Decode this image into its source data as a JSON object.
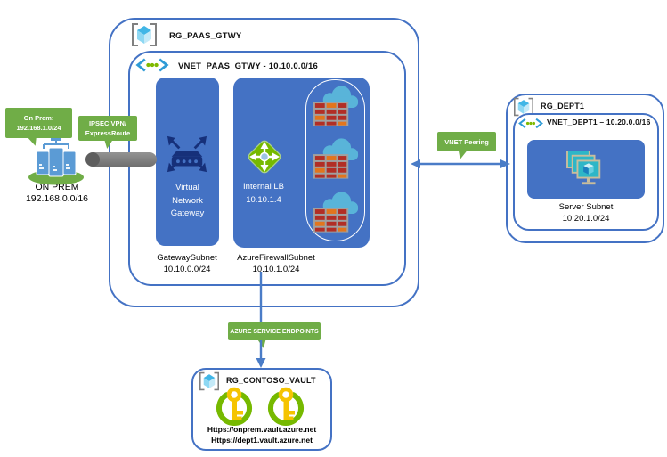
{
  "diagram": {
    "on_prem": {
      "callout": "On Prem:\n192.168.1.0/24",
      "label": "ON PREM\n192.168.0.0/16"
    },
    "connections": {
      "ipsec": "IPSEC VPN/\nExpressRoute",
      "vnet_peering": "VNET Peering",
      "service_endpoints": "AZURE SERVICE ENDPOINTS"
    },
    "rg_paas": {
      "title": "RG_PAAS_GTWY",
      "vnet": "VNET_PAAS_GTWY - 10.10.0.0/16",
      "gateway": {
        "node": "Virtual\nNetwork\nGateway",
        "caption": "GatewaySubnet\n10.10.0.0/24"
      },
      "firewall": {
        "lb": "Internal LB\n10.10.1.4",
        "caption": "AzureFirewallSubnet\n10.10.1.0/24"
      }
    },
    "rg_dept1": {
      "title": "RG_DEPT1",
      "vnet": "VNET_DEPT1 – 10.20.0.0/16",
      "caption": "Server Subnet\n10.20.1.0/24"
    },
    "rg_vault": {
      "title": "RG_CONTOSO_VAULT",
      "urls": "Https://onprem.vault.azure.net\nHttps://dept1.vault.azure.net"
    },
    "colors": {
      "box_border": "#4472C4",
      "subnet_fill": "#4472C4",
      "callout_green": "#70AD47",
      "pipe_gray": "#7F7F7F",
      "firewall_brick_red": "#B22E25",
      "firewall_brick_orange": "#E2751D",
      "cloud_blue": "#59B4D9",
      "lb_green": "#76B900",
      "key_yellow": "#F5C400"
    }
  }
}
